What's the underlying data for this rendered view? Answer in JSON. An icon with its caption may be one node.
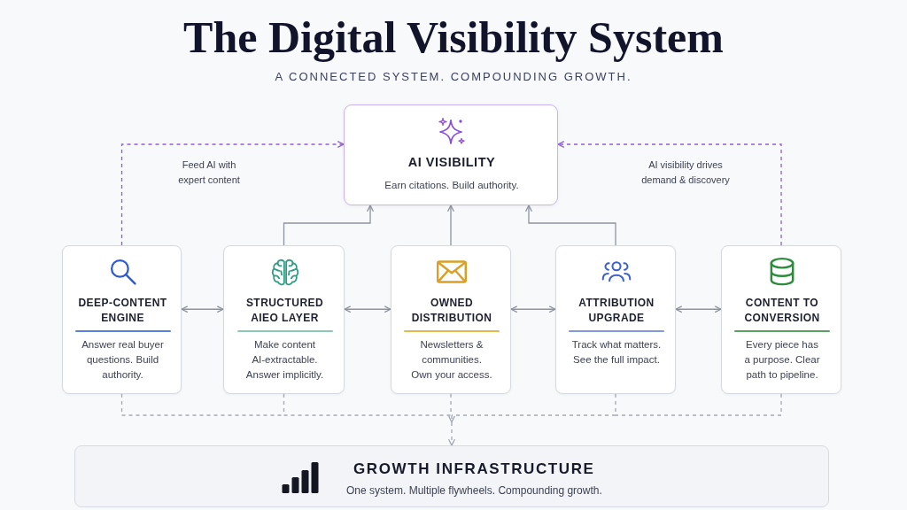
{
  "diagram": {
    "title": "The Digital Visibility System",
    "nodes": [
      {
        "text": [
          "AI VISIBILITY",
          "Earn citations. Build authority."
        ]
      },
      {
        "text": [
          "DEEP-CONTENT ENGINE",
          "Answer real buyer questions. Build authority."
        ]
      },
      {
        "text": [
          "STRUCTURED AIEO LAYER",
          "Make content AI-extractable. Answer implicitly."
        ]
      },
      {
        "text": [
          "OWNED DISTRIBUTION",
          "Newsletters & communities. Own your access."
        ]
      },
      {
        "text": [
          "ATTRIBUTION UPGRADE",
          "Track what matters. See the full impact."
        ]
      },
      {
        "text": [
          "CONTENT TO CONVERSION",
          "Every piece has a purpose. Clear path to pipeline."
        ]
      },
      {
        "text": [
          "GROWTH INFRASTRUCTURE",
          "One system. Multiple flywheels. Compounding growth."
        ]
      }
    ],
    "edges": [
      {
        "from": 1,
        "to": 0,
        "arrow": "to",
        "label": "Feed AI with expert content",
        "style": "dashed",
        "color": "#8e5fd0"
      },
      {
        "from": 5,
        "to": 0,
        "arrow": "to",
        "label": "AI visibility drives demand & discovery",
        "style": "dashed",
        "color": "#8e5fd0"
      },
      {
        "from": 2,
        "to": 0,
        "arrow": "to"
      },
      {
        "from": 3,
        "to": 0,
        "arrow": "to"
      },
      {
        "from": 4,
        "to": 0,
        "arrow": "to"
      },
      {
        "from": 1,
        "to": 2,
        "arrow": "both"
      },
      {
        "from": 2,
        "to": 3,
        "arrow": "both"
      },
      {
        "from": 3,
        "to": 4,
        "arrow": "both"
      },
      {
        "from": 4,
        "to": 5,
        "arrow": "both"
      },
      {
        "from": 1,
        "to": 6,
        "arrow": "to",
        "style": "dashed"
      },
      {
        "from": 2,
        "to": 6,
        "arrow": "to",
        "style": "dashed"
      },
      {
        "from": 3,
        "to": 6,
        "arrow": "to",
        "style": "dashed"
      },
      {
        "from": 4,
        "to": 6,
        "arrow": "to",
        "style": "dashed"
      },
      {
        "from": 5,
        "to": 6,
        "arrow": "to",
        "style": "dashed"
      }
    ],
    "labels": [
      "A CONNECTED SYSTEM. COMPOUNDING GROWTH."
    ]
  }
}
